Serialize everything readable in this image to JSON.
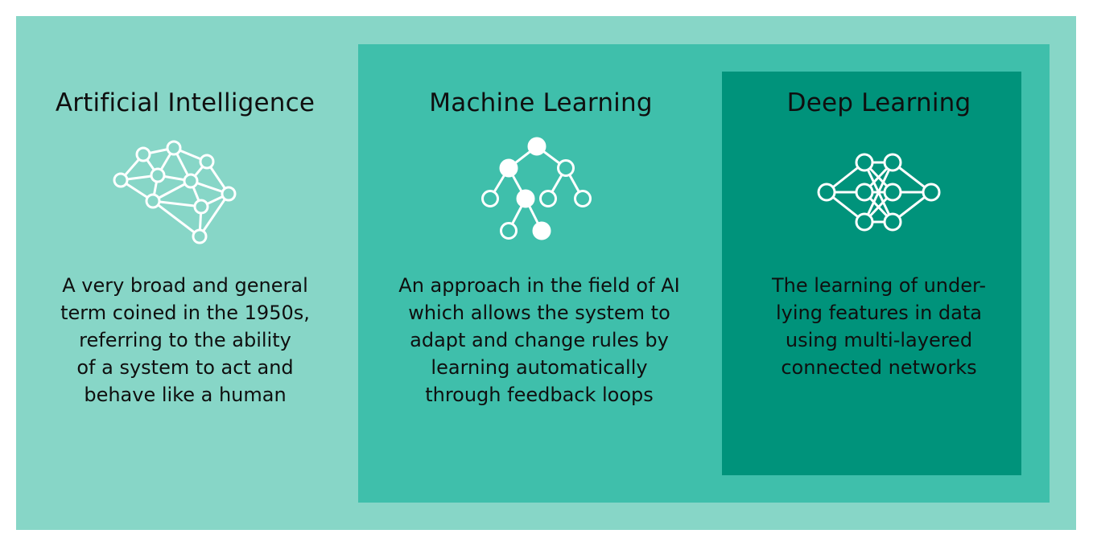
{
  "colors": {
    "outer": "#87d6c7",
    "middle": "#3fbfab",
    "inner": "#00937b",
    "icon": "#ffffff",
    "text": "#0f0f0f"
  },
  "ai": {
    "title": "Artificial Intelligence",
    "icon": "brain-network-icon",
    "lines": [
      "A very broad and general",
      "term coined in the 1950s,",
      "referring to the ability",
      "of a system to act and",
      "behave like a human"
    ]
  },
  "ml": {
    "title": "Machine Learning",
    "icon": "decision-tree-icon",
    "lines": [
      "An approach in the field of AI",
      "which allows the system to",
      "adapt and change rules by",
      "learning automatically",
      "through feedback loops"
    ]
  },
  "dl": {
    "title": "Deep Learning",
    "icon": "neural-network-icon",
    "lines": [
      "The learning of under-",
      "lying features in data",
      "using multi-layered",
      "connected networks"
    ]
  }
}
